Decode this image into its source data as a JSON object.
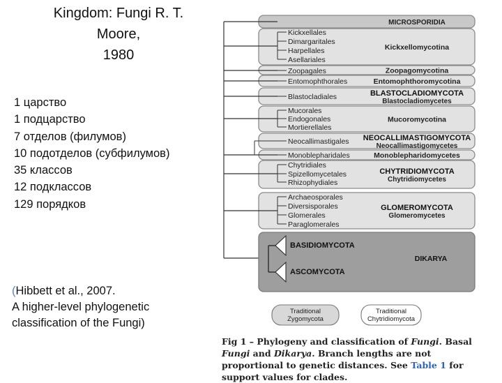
{
  "left_panel": {
    "title": "Kingdom: Fungi R. T.\nMoore,\n1980",
    "stats": [
      "1 царство",
      "1 подцарство",
      "7 отделов (филумов)",
      "10 подотделов (субфилумов)",
      "35 классов",
      "12 подклассов",
      "129 порядков"
    ],
    "citation_paren": "(",
    "citation_line1": "Hibbett et al., 2007.",
    "citation_line2": "A higher-level phylogenetic",
    "citation_line3": "classification of the Fungi)"
  },
  "tree": {
    "groups": [
      {
        "orders": [],
        "label_main": "MICROSPORIDIA",
        "label_sub": ""
      },
      {
        "orders": [
          "Kickxellales",
          "Dimargaritales",
          "Harpellales",
          "Asellariales"
        ],
        "label_main": "Kickxellomycotina",
        "label_sub": ""
      },
      {
        "orders": [
          "Zoopagales"
        ],
        "label_main": "Zoopagomycotina",
        "label_sub": ""
      },
      {
        "orders": [
          "Entomophthorales"
        ],
        "label_main": "Entomophthoromycotina",
        "label_sub": ""
      },
      {
        "orders": [
          "Blastocladiales"
        ],
        "label_main": "BLASTOCLADIOMYCOTA",
        "label_sub": "Blastocladiomycetes"
      },
      {
        "orders": [
          "Mucorales",
          "Endogonales",
          "Mortierellales"
        ],
        "label_main": "Mucoromycotina",
        "label_sub": ""
      },
      {
        "orders": [
          "Neocallimastigales"
        ],
        "label_main": "NEOCALLIMASTIGOMYCOTA",
        "label_sub": "Neocallimastigomycetes"
      },
      {
        "orders": [
          "Monoblepharidales"
        ],
        "label_main": "Monoblepharidomycetes",
        "label_sub": ""
      },
      {
        "orders": [
          "Chytridiales",
          "Spizellomycetales",
          "Rhizophydiales"
        ],
        "label_main": "CHYTRIDIOMYCOTA",
        "label_sub": "Chytridiomycetes"
      },
      {
        "orders": [
          "Archaeosporales",
          "Diversisporales",
          "Glomerales",
          "Paraglomerales"
        ],
        "label_main": "GLOMEROMYCOTA",
        "label_sub": "Glomeromycetes"
      }
    ],
    "dikarya": {
      "label": "DIKARYA",
      "basidio": "BASIDIOMYCOTA",
      "asco": "ASCOMYCOTA"
    },
    "legend": {
      "zygo": "Traditional\nZygomycota",
      "chytrid": "Traditional\nChytridiomycota"
    }
  },
  "caption": {
    "prefix": "Fig 1 – ",
    "text_a": "Phylogeny and classification of ",
    "fungi": "Fungi",
    "text_b": ". Basal ",
    "fungi2": "Fungi",
    "text_c": " and ",
    "dikarya": "Dikarya",
    "text_d": ". Branch lengths are not proportional to genetic distances. See ",
    "table": "Table 1",
    "text_e": " for support values for clades."
  }
}
